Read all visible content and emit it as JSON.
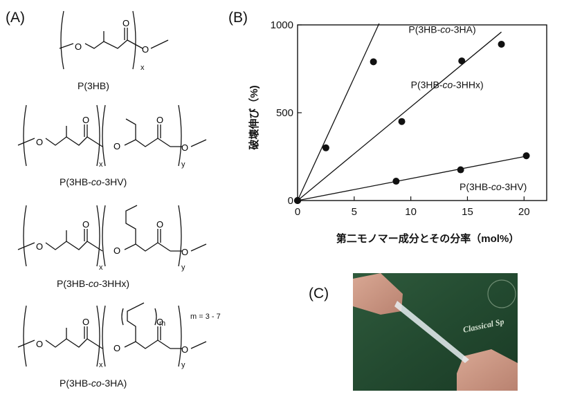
{
  "panels": {
    "a": "(A)",
    "b": "(B)",
    "c": "(C)"
  },
  "structures": [
    {
      "pre": "P(3HB",
      "it": "",
      "post": ")",
      "sub1": "x",
      "sub2": "",
      "note": ""
    },
    {
      "pre": "P(3HB-",
      "it": "co",
      "post": "-3HV)",
      "sub1": "x",
      "sub2": "y",
      "note": ""
    },
    {
      "pre": "P(3HB-",
      "it": "co",
      "post": "-3HHx)",
      "sub1": "x",
      "sub2": "y",
      "note": ""
    },
    {
      "pre": "P(3HB-",
      "it": "co",
      "post": "-3HA)",
      "sub1": "x",
      "sub2": "y",
      "note": "m = 3 - 7",
      "m": "m"
    }
  ],
  "chart_data": {
    "type": "scatter",
    "xlabel": "第二モノマー成分とその分率（mol%）",
    "ylabel": "破壊伸び（%)",
    "xlim": [
      0,
      22
    ],
    "ylim": [
      0,
      1000
    ],
    "xticks": [
      0,
      5,
      10,
      15,
      20
    ],
    "yticks": [
      0,
      500,
      1000
    ],
    "grid": false,
    "series": [
      {
        "name_pre": "P(3HB-",
        "name_it": "co",
        "name_post": "-3HA)",
        "points": [
          [
            0,
            0
          ],
          [
            2.5,
            300
          ],
          [
            6.7,
            790
          ]
        ],
        "fit_slope": 140,
        "fit_xmax": 7.2
      },
      {
        "name_pre": "P(3HB-",
        "name_it": "co",
        "name_post": "-3HHx)",
        "points": [
          [
            0,
            0
          ],
          [
            9.2,
            450
          ],
          [
            14.5,
            795
          ],
          [
            18.0,
            890
          ]
        ],
        "fit_slope": 53.3,
        "fit_xmax": 18.0
      },
      {
        "name_pre": "P(3HB-",
        "name_it": "co",
        "name_post": "-3HV)",
        "points": [
          [
            0,
            0
          ],
          [
            8.7,
            110
          ],
          [
            14.4,
            175
          ],
          [
            20.2,
            255
          ]
        ],
        "fit_slope": 12.5,
        "fit_xmax": 20.2
      }
    ]
  },
  "photo": {
    "shirt_text": "Classical Sp"
  }
}
